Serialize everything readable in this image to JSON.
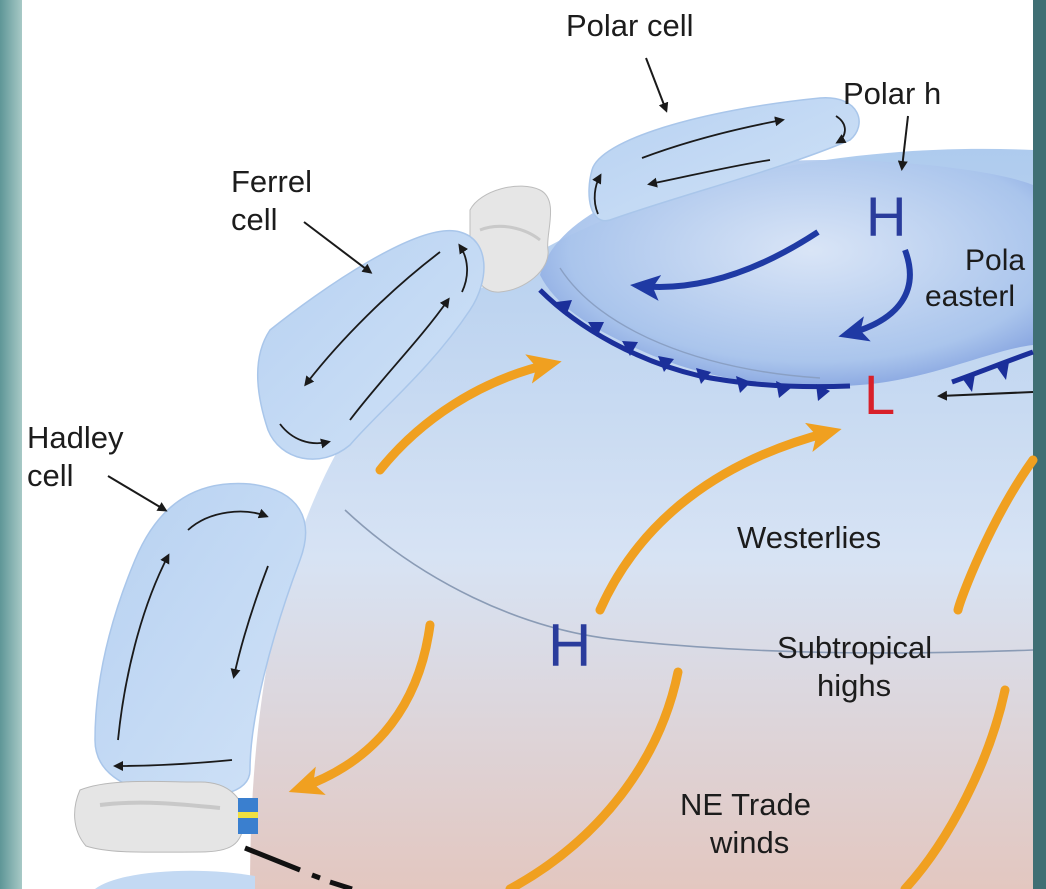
{
  "labels": {
    "polar_cell": "Polar cell",
    "polar_high": "Polar h",
    "ferrel_line1": "Ferrel",
    "ferrel_line2": "cell",
    "hadley_line1": "Hadley",
    "hadley_line2": "cell",
    "polar_easterlies_line1": "Pola",
    "polar_easterlies_line2": "easterl",
    "westerlies": "Westerlies",
    "subtropical_line1": "Subtropical",
    "subtropical_line2": "highs",
    "trade_line1": "NE Trade",
    "trade_line2": "winds"
  },
  "pressure_symbols": {
    "polar_high": "H",
    "subpolar_low": "L",
    "subtropical_high": "H"
  },
  "colors": {
    "high_symbol": "#2a3c9c",
    "low_symbol": "#d8202a",
    "cell_fill": "#c3d9f3",
    "globe_top": "#aecbee",
    "globe_bottom": "#e3c7c0",
    "wind_arrow": "#f0a020",
    "front_line": "#1b2f9a",
    "left_strip": "#6fa2a3"
  }
}
